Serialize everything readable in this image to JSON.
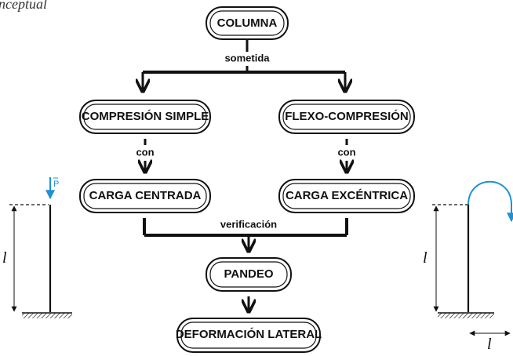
{
  "heading": "nceptual",
  "nodes": {
    "columna": "COLUMNA",
    "compresion_simple": "COMPRESIÓN SIMPLE",
    "flexo_compresion": "FLEXO-COMPRESIÓN",
    "carga_centrada": "CARGA CENTRADA",
    "carga_excentrica": "CARGA EXCÉNTRICA",
    "pandeo": "PANDEO",
    "deformacion_lateral": "DEFORMACIÓN LATERAL"
  },
  "edges": {
    "sometida": "sometida",
    "con_left": "con",
    "con_right": "con",
    "verificacion": "verificación"
  },
  "left_column": {
    "length_symbol": "l",
    "force_symbol": "P"
  },
  "right_column": {
    "length_symbol": "l",
    "offset_symbol": "l"
  },
  "colors": {
    "accent": "#1e90d6",
    "ink": "#111111"
  }
}
